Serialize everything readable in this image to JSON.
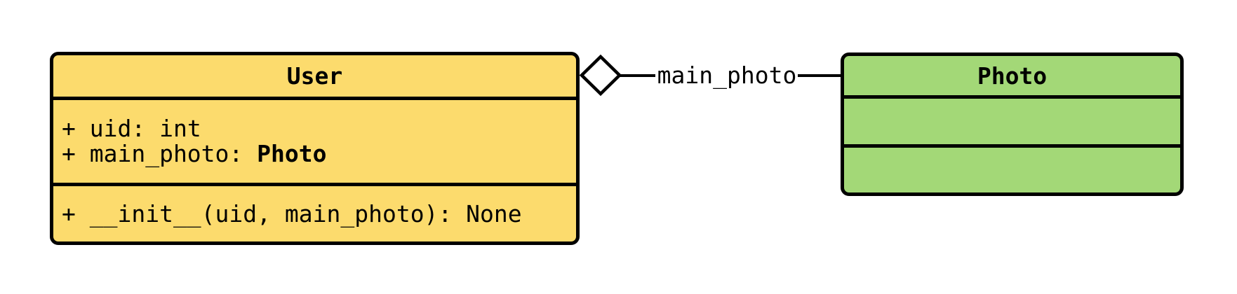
{
  "diagram": {
    "type": "uml-class-diagram",
    "background": "#FFFFFF",
    "classes": [
      {
        "name": "User",
        "fill": "#FCDB6D",
        "border_color": "#000000",
        "attributes": [
          {
            "prefix": "+ uid: ",
            "type": "int"
          },
          {
            "prefix": "+ main_photo: ",
            "type": "Photo"
          }
        ],
        "methods": [
          {
            "text": "+ __init__(uid, main_photo): None"
          }
        ]
      },
      {
        "name": "Photo",
        "fill": "#A3D877",
        "border_color": "#000000",
        "attributes": [],
        "methods": []
      }
    ],
    "relationship": {
      "type": "aggregation",
      "whole": "User",
      "part": "Photo",
      "label": "main_photo",
      "line_color": "#000000",
      "diamond_fill": "#FFFFFF",
      "diamond_stroke": "#000000"
    }
  }
}
